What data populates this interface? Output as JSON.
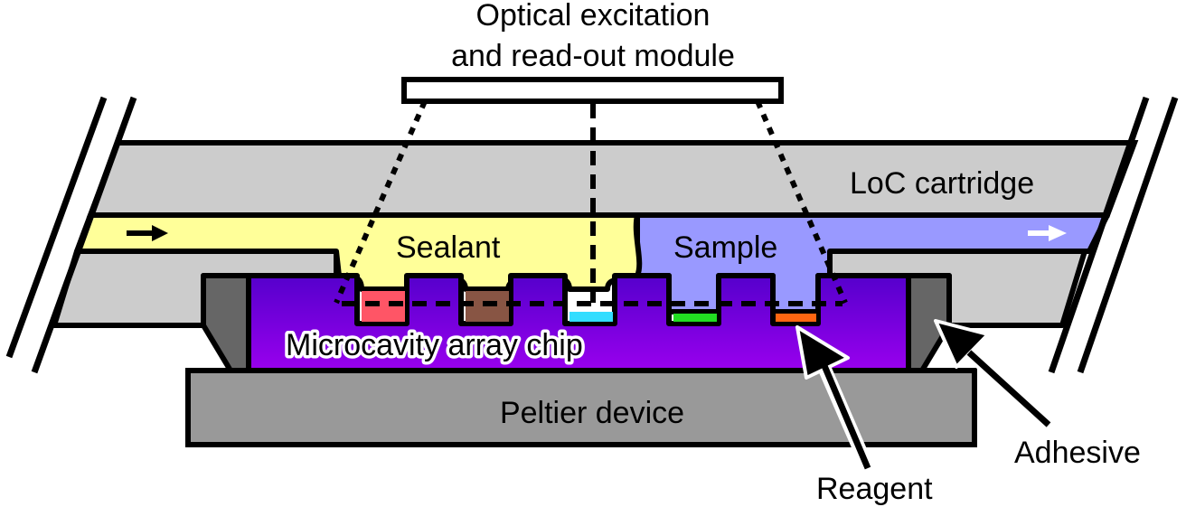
{
  "labels": {
    "module_line1": "Optical excitation",
    "module_line2": "and read-out module",
    "cartridge": "LoC cartridge",
    "sealant": "Sealant",
    "sample": "Sample",
    "chip": "Microcavity array chip",
    "peltier": "Peltier device",
    "adhesive": "Adhesive",
    "reagent": "Reagent"
  },
  "colors": {
    "cartridge": "#cccccc",
    "sealant": "#ffff99",
    "sample": "#9999ff",
    "chip_top": "#5500cc",
    "chip_bottom": "#9900ee",
    "peltier": "#999999",
    "adhesive": "#666666"
  },
  "reagents": [
    {
      "name": "red",
      "color": "#ff5566"
    },
    {
      "name": "brown",
      "color": "#885544"
    },
    {
      "name": "cyan",
      "color": "#33ddff"
    },
    {
      "name": "green",
      "color": "#22dd22"
    },
    {
      "name": "orange",
      "color": "#ff6611"
    }
  ]
}
